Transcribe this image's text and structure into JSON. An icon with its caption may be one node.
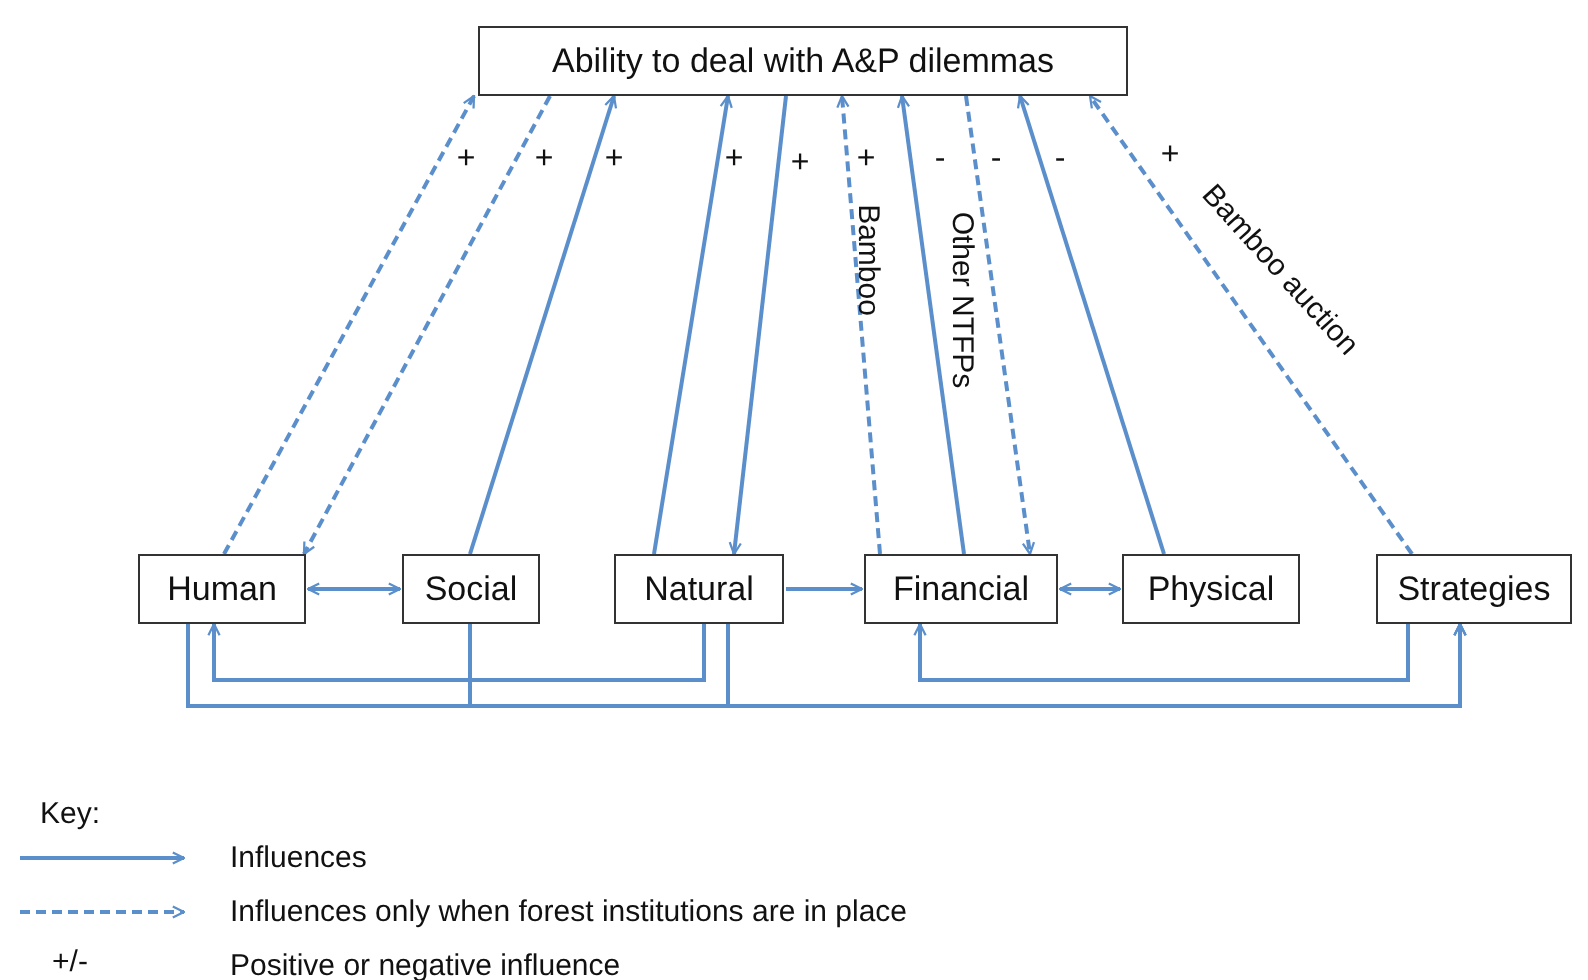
{
  "diagram": {
    "nodes": [
      {
        "text": [
          "Ability to deal with A&P dilemmas"
        ]
      },
      {
        "text": [
          "Human"
        ]
      },
      {
        "text": [
          "Social"
        ]
      },
      {
        "text": [
          "Natural"
        ]
      },
      {
        "text": [
          "Financial"
        ]
      },
      {
        "text": [
          "Physical"
        ]
      },
      {
        "text": [
          "Strategies"
        ]
      }
    ],
    "edges": [
      {
        "from": 1,
        "to": 0,
        "arrow": "to",
        "style": "dashed"
      },
      {
        "from": 0,
        "to": 1,
        "arrow": "to",
        "style": "dashed"
      },
      {
        "from": 2,
        "to": 0,
        "arrow": "to"
      },
      {
        "from": 3,
        "to": 0,
        "arrow": "to"
      },
      {
        "from": 0,
        "to": 3,
        "arrow": "to"
      },
      {
        "from": 4,
        "to": 0,
        "arrow": "to",
        "style": "dashed",
        "label": "Bamboo"
      },
      {
        "from": 4,
        "to": 0,
        "arrow": "to",
        "label": "Other NTFPs"
      },
      {
        "from": 0,
        "to": 4,
        "arrow": "to",
        "style": "dashed"
      },
      {
        "from": 5,
        "to": 0,
        "arrow": "to"
      },
      {
        "from": 6,
        "to": 0,
        "arrow": "to",
        "style": "dashed",
        "label": "Bamboo auction"
      },
      {
        "from": 1,
        "to": 2,
        "arrow": "both"
      },
      {
        "from": 3,
        "to": 4,
        "arrow": "to"
      },
      {
        "from": 4,
        "to": 5,
        "arrow": "both"
      },
      {
        "from": 3,
        "to": 1,
        "arrow": "to"
      },
      {
        "from": 6,
        "to": 4,
        "arrow": "to"
      },
      {
        "from": 1,
        "to": 6,
        "arrow": "to"
      },
      {
        "from": 2,
        "to": 6,
        "arrow": "to"
      },
      {
        "from": 3,
        "to": 6,
        "arrow": "to"
      }
    ],
    "labels": [
      "+",
      "+",
      "+",
      "+",
      "+",
      "+",
      "-",
      "-",
      "-",
      "+",
      "Key:",
      "+/-"
    ],
    "legend": [
      {
        "text": "Influences"
      },
      {
        "text": "Influences only when forest institutions are in place"
      },
      {
        "text": "Positive or negative influence"
      }
    ]
  }
}
